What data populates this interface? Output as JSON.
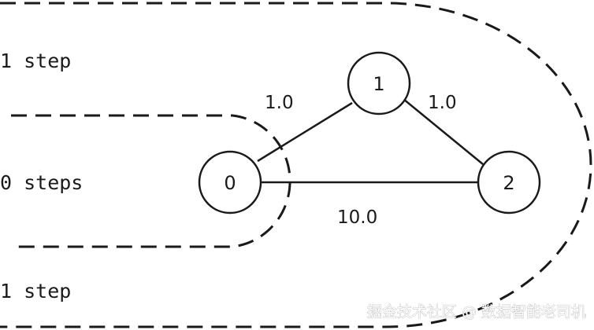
{
  "diagram": {
    "region_labels": {
      "top": "1 step",
      "middle": "0 steps",
      "bottom": "1 step"
    },
    "nodes": {
      "n0": "0",
      "n1": "1",
      "n2": "2"
    },
    "edges": {
      "e01": "1.0",
      "e12": "1.0",
      "e02": "10.0"
    }
  },
  "watermark": {
    "text": "掘金技术社区 @ 数据智能老司机"
  }
}
